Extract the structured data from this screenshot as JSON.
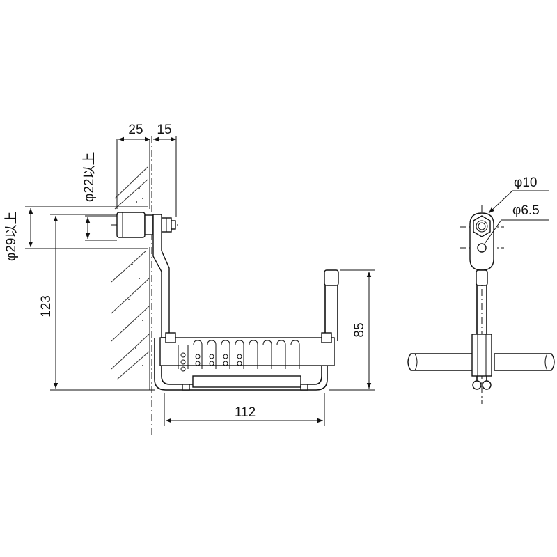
{
  "dimensions": {
    "wall_thickness": "25",
    "offset": "15",
    "hole_small": "φ22以上",
    "hole_large": "φ29以上",
    "height": "123",
    "depth": "85",
    "width": "112",
    "bolt_dia": "φ10",
    "hole_dia": "φ6.5"
  }
}
